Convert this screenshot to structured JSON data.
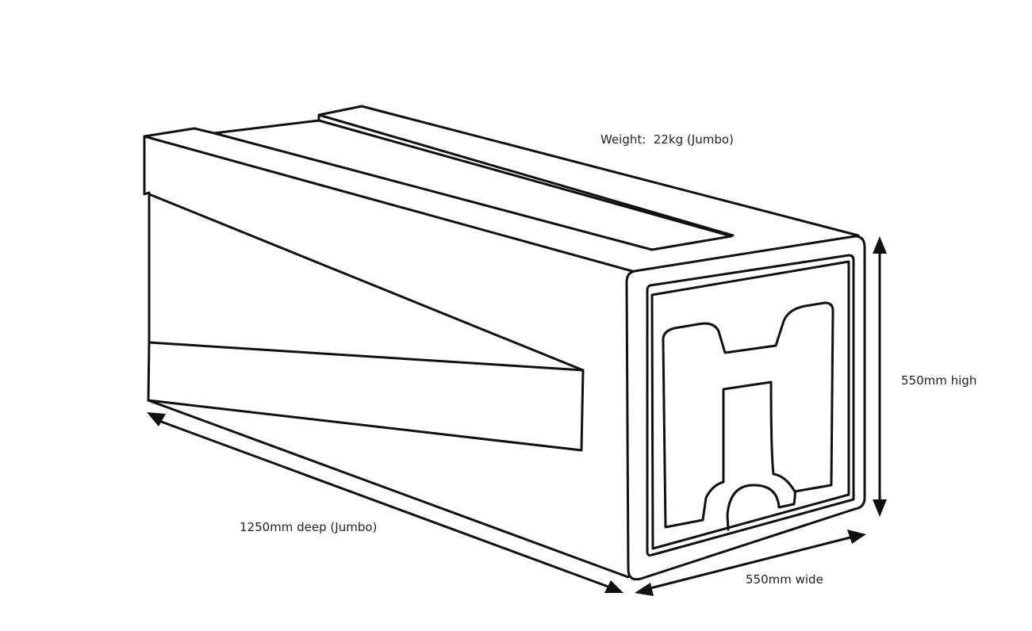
{
  "diagram": {
    "subject": "Jumbo storage box isometric line drawing",
    "labels": {
      "weight_prefix": "Weight:",
      "weight_value": "22kg (Jumbo)",
      "depth": "1250mm deep (Jumbo)",
      "height": "550mm high",
      "width": "550mm wide"
    },
    "colors": {
      "line": "#111111",
      "background": "#ffffff",
      "text": "#222222"
    }
  }
}
